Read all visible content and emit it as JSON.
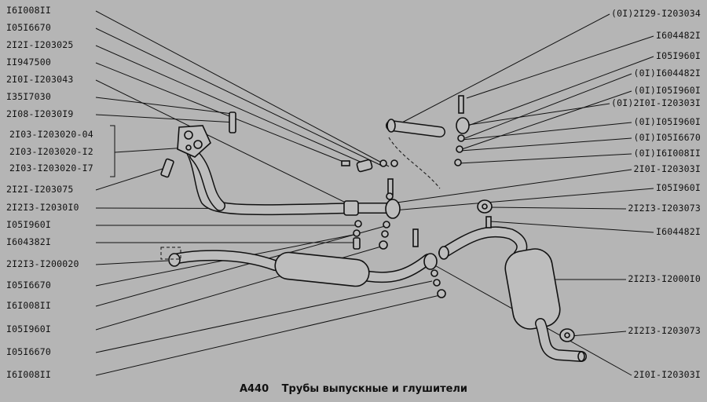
{
  "caption": {
    "code": "A440",
    "title": "Трубы выпускные и глушители"
  },
  "left_labels": [
    "I6I008II",
    "I05I6670",
    "2I2I-I203025",
    "II947500",
    "2I0I-I203043",
    "I35I7030",
    "2I08-I2030I9",
    "2I03-I203020-04",
    "2I03-I203020-I2",
    "2I03-I203020-I7",
    "2I2I-I203075",
    "2I2I3-I2030I0",
    "I05I960I",
    "I604382I",
    "2I2I3-I200020",
    "I05I6670",
    "I6I008II",
    "I05I960I",
    "I05I6670",
    "I6I008II"
  ],
  "right_labels": [
    "(0I)2I29-I203034",
    "I604482I",
    "I05I960I",
    "(0I)I604482I",
    "(0I)I05I960I",
    "(0I)2I0I-I20303I",
    "(0I)I05I960I",
    "(0I)I05I6670",
    "(0I)I6I008II",
    "2I0I-I20303I",
    "I05I960I",
    "2I2I3-I203073",
    "I604482I",
    "2I2I3-I2000I0",
    "2I2I3-I203073",
    "2I0I-I20303I"
  ]
}
